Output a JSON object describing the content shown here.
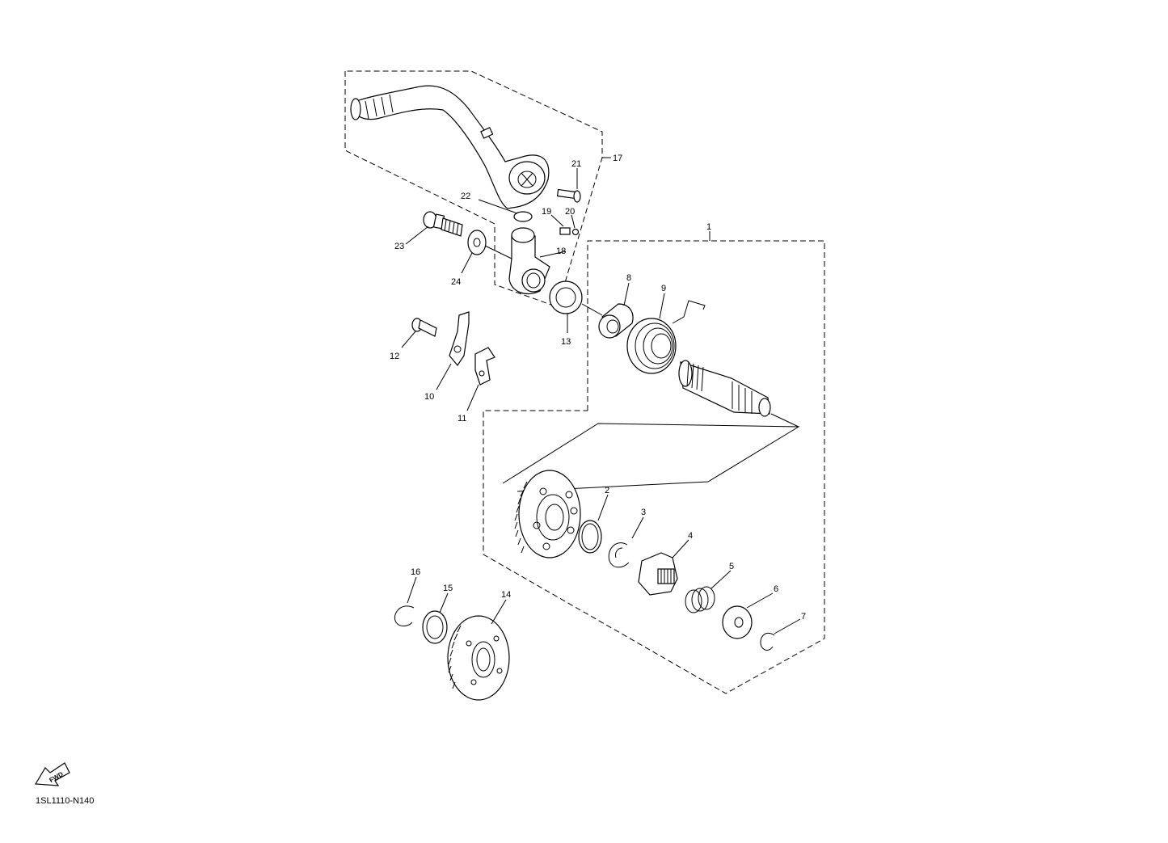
{
  "diagram_code": "1SL1110-N140",
  "fwd_label": "FWD",
  "callouts": {
    "c1": "1",
    "c2": "2",
    "c3": "3",
    "c4": "4",
    "c5": "5",
    "c6": "6",
    "c7": "7",
    "c8": "8",
    "c9": "9",
    "c10": "10",
    "c11": "11",
    "c12": "12",
    "c13": "13",
    "c14": "14",
    "c15": "15",
    "c16": "16",
    "c17": "17",
    "c18": "18",
    "c19": "19",
    "c20": "20",
    "c21": "21",
    "c22": "22",
    "c23": "23",
    "c24": "24"
  }
}
